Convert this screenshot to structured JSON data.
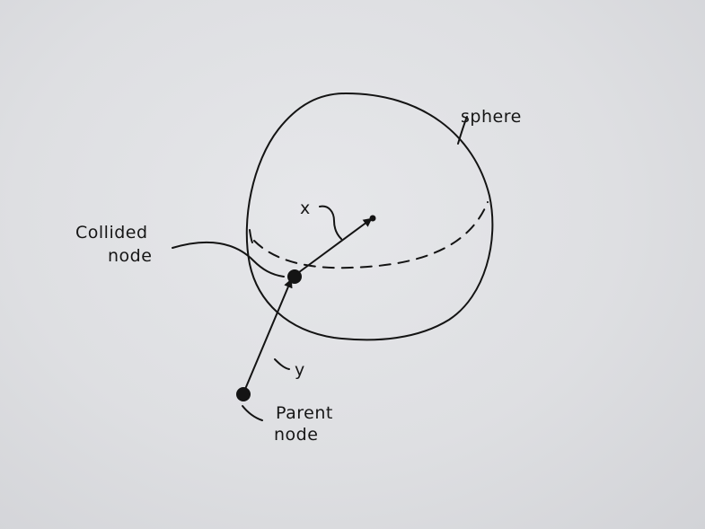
{
  "diagram": {
    "labels": {
      "sphere": "sphere",
      "x": "x",
      "y": "y",
      "collided_node_line1": "Collided",
      "collided_node_line2": "node",
      "parent_node_line1": "Parent",
      "parent_node_line2": "node"
    },
    "colors": {
      "paper": "#e2e3e6",
      "ink": "#141414"
    }
  }
}
